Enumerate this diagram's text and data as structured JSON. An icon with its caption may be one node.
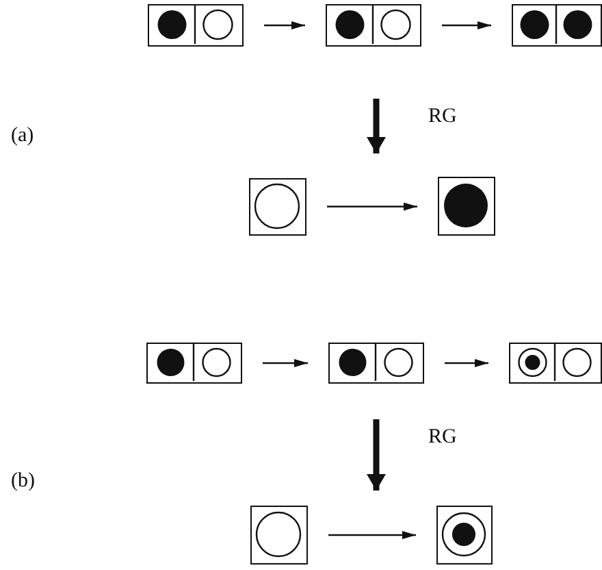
{
  "diagram": {
    "nodes": [
      {
        "text": [],
        "shape": "box"
      },
      {
        "text": [],
        "shape": "box"
      },
      {
        "text": [],
        "shape": "box"
      },
      {
        "text": [],
        "shape": "box"
      },
      {
        "text": [],
        "shape": "box"
      },
      {
        "text": [],
        "shape": "box"
      },
      {
        "text": [],
        "shape": "box"
      },
      {
        "text": [],
        "shape": "box"
      },
      {
        "text": [],
        "shape": "box"
      },
      {
        "text": [],
        "shape": "box"
      }
    ],
    "edges": [
      {
        "from": 0,
        "to": 1,
        "arrow": "to"
      },
      {
        "from": 1,
        "to": 2,
        "arrow": "to"
      },
      {
        "from": 3,
        "to": 4,
        "arrow": "to"
      },
      {
        "from": 5,
        "to": 6,
        "arrow": "to"
      },
      {
        "from": 6,
        "to": 7,
        "arrow": "to"
      },
      {
        "from": 8,
        "to": 9,
        "arrow": "to"
      }
    ],
    "labels": [
      "RG",
      "(a)",
      "RG",
      "(b)"
    ]
  }
}
